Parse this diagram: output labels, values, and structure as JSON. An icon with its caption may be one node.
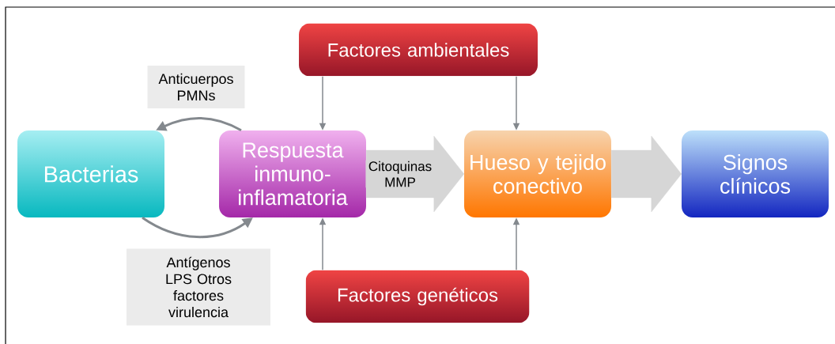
{
  "diagram": {
    "nodes": [
      {
        "text": [
          "Factores ambientales"
        ]
      },
      {
        "text": [
          "Bacterias"
        ]
      },
      {
        "text": [
          "Respuesta inmuno-inflamatoria"
        ]
      },
      {
        "text": [
          "Hueso y tejido conectivo"
        ]
      },
      {
        "text": [
          "Signos clínicos"
        ]
      },
      {
        "text": [
          "Factores genéticos"
        ]
      }
    ],
    "edges": [
      {
        "from": 0,
        "to": 2,
        "arrow": "to"
      },
      {
        "from": 0,
        "to": 3,
        "arrow": "to"
      },
      {
        "from": 2,
        "to": 1,
        "arrow": "to",
        "label": "Anticuerpos PMNs"
      },
      {
        "from": 1,
        "to": 2,
        "arrow": "to",
        "label": "Antígenos LPS Otros factores virulencia"
      },
      {
        "from": 2,
        "to": 3,
        "arrow": "to",
        "label": "Citoquinas MMP",
        "style": "thick",
        "color": "#d6d6d6"
      },
      {
        "from": 3,
        "to": 4,
        "arrow": "to",
        "style": "thick",
        "color": "#d6d6d6"
      },
      {
        "from": 5,
        "to": 2,
        "arrow": "to"
      },
      {
        "from": 5,
        "to": 3,
        "arrow": "to"
      }
    ]
  }
}
